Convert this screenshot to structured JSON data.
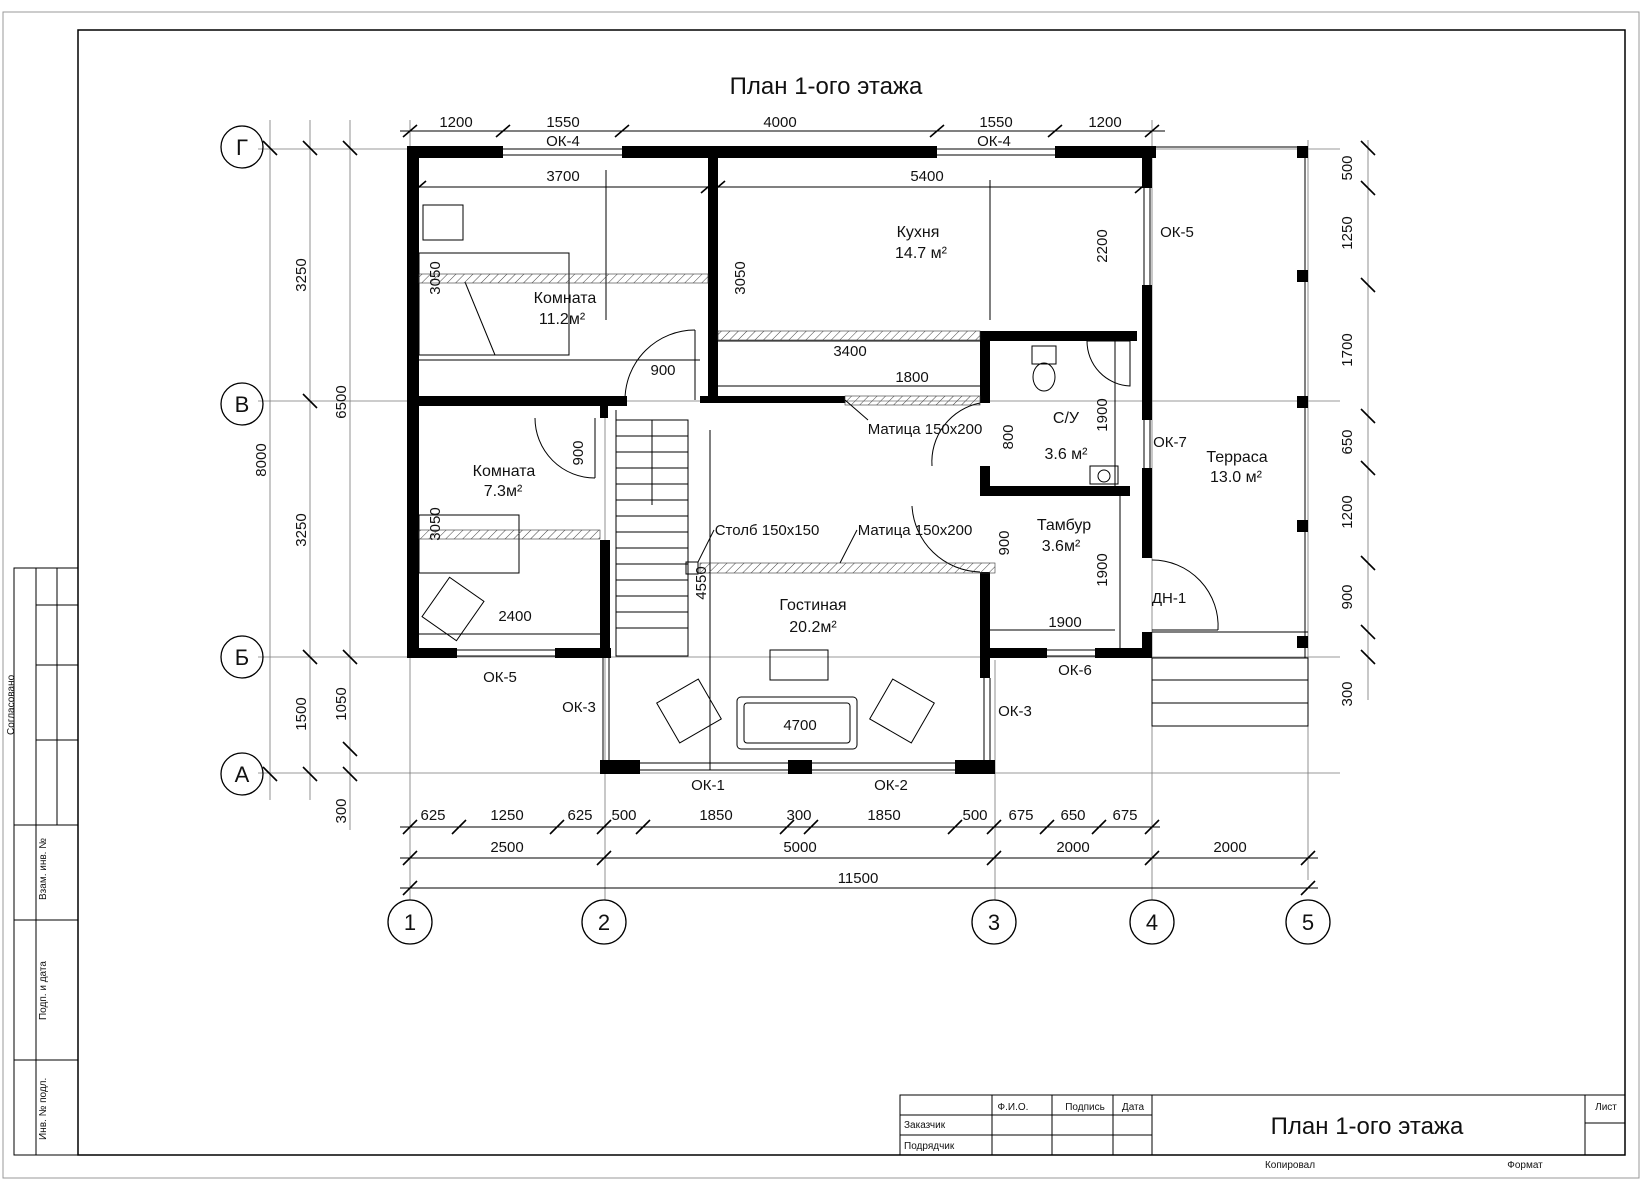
{
  "title": "План 1-ого этажа",
  "rooms": [
    {
      "name": "Кухня",
      "area": "14.7 м²"
    },
    {
      "name": "Комната",
      "area": "11.2м²"
    },
    {
      "name": "Комната",
      "area": "7.3м²"
    },
    {
      "name": "С/У",
      "area": "3.6 м²"
    },
    {
      "name": "Терраса",
      "area": "13.0 м²"
    },
    {
      "name": "Тамбур",
      "area": "3.6м²"
    },
    {
      "name": "Гостиная",
      "area": "20.2м²"
    }
  ],
  "openings": {
    "ok4": "ОК-4",
    "ok5": "ОК-5",
    "ok3": "ОК-3",
    "ok1": "ОК-1",
    "ok2": "ОК-2",
    "ok6": "ОК-6",
    "ok7": "ОК-7",
    "dn1": "ДН-1"
  },
  "notes": {
    "matica": "Матица 150х200",
    "stolb": "Столб 150х150"
  },
  "axes": {
    "rows": [
      "Г",
      "В",
      "Б",
      "А"
    ],
    "cols": [
      "1",
      "2",
      "3",
      "4",
      "5"
    ]
  },
  "dims": {
    "top": [
      "1200",
      "1550",
      "4000",
      "1550",
      "1200"
    ],
    "inner": [
      "3700",
      "5400",
      "3050",
      "3050",
      "2200",
      "3400",
      "1800",
      "900",
      "900",
      "800",
      "1900",
      "900",
      "1900",
      "1900",
      "3050",
      "2400",
      "4550",
      "4700"
    ],
    "left": [
      "3250",
      "3250",
      "6500",
      "8000",
      "1500",
      "1050",
      "300"
    ],
    "right": [
      "500",
      "1250",
      "1700",
      "650",
      "1200",
      "900",
      "300"
    ],
    "bottom1": [
      "625",
      "1250",
      "625",
      "500",
      "1850",
      "300",
      "1850",
      "500",
      "675",
      "650",
      "675"
    ],
    "bottom2": [
      "2500",
      "5000",
      "2000",
      "2000"
    ],
    "total": "11500"
  },
  "stamp": {
    "title": "План 1-ого этажа",
    "fio": "Ф.И.О.",
    "podpis": "Подпись",
    "data": "Дата",
    "list": "Лист",
    "zakazchik": "Заказчик",
    "podryadchik": "Подрядчик",
    "kopiroval": "Копировал",
    "format": "Формат"
  },
  "sidebar": {
    "soglasovano": "Согласовано",
    "vzam": "Взам. инв. №",
    "podp": "Подп. и дата",
    "inv": "Инв. № подл."
  }
}
